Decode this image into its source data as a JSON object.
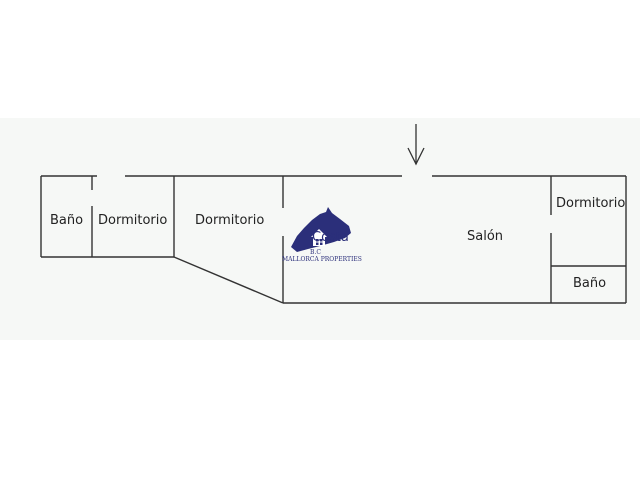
{
  "rooms": {
    "bano_left": "Baño",
    "dormitorio_1": "Dormitorio",
    "dormitorio_2": "Dormitorio",
    "salon": "Salón",
    "dormitorio_3": "Dormitorio",
    "bano_right": "Baño"
  },
  "logo": {
    "word": "Costa",
    "line1": "B.C",
    "line2": "MALLORCA PROPERTIES"
  },
  "icons": {
    "entrance": "down-arrow-icon",
    "logo_mark": "island-house-icon"
  },
  "colors": {
    "walls": "#333333",
    "logo": "#2b2f7a",
    "band": "#f6f8f6"
  }
}
